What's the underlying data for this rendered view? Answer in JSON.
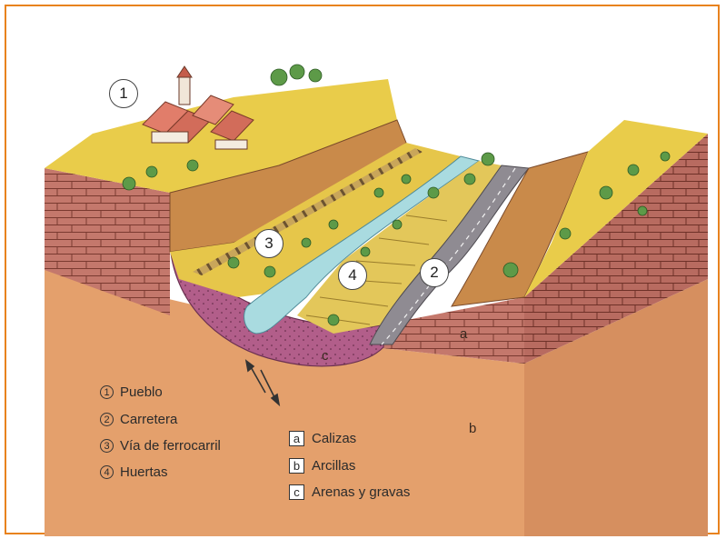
{
  "colors": {
    "frame": "#e8821e",
    "limestone": "#c4786c",
    "clay": "#e4a06c",
    "sand": "#b25e8a",
    "topsoil": "#e9cc4a",
    "river": "#a9dbe0",
    "road": "#8f8b92",
    "vegetation": "#5d9a48"
  },
  "callouts": {
    "pueblo": "1",
    "carretera": "2",
    "ferrocarril": "3",
    "huertas": "4"
  },
  "layer_letters": {
    "calizas": "a",
    "arcillas": "b",
    "arenas": "c"
  },
  "legend_features": [
    {
      "num": "1",
      "label": "Pueblo"
    },
    {
      "num": "2",
      "label": "Carretera"
    },
    {
      "num": "3",
      "label": "Vía de ferrocarril"
    },
    {
      "num": "4",
      "label": "Huertas"
    }
  ],
  "legend_layers": [
    {
      "letter": "a",
      "label": "Calizas"
    },
    {
      "letter": "b",
      "label": "Arcillas"
    },
    {
      "letter": "c",
      "label": "Arenas y gravas"
    }
  ]
}
